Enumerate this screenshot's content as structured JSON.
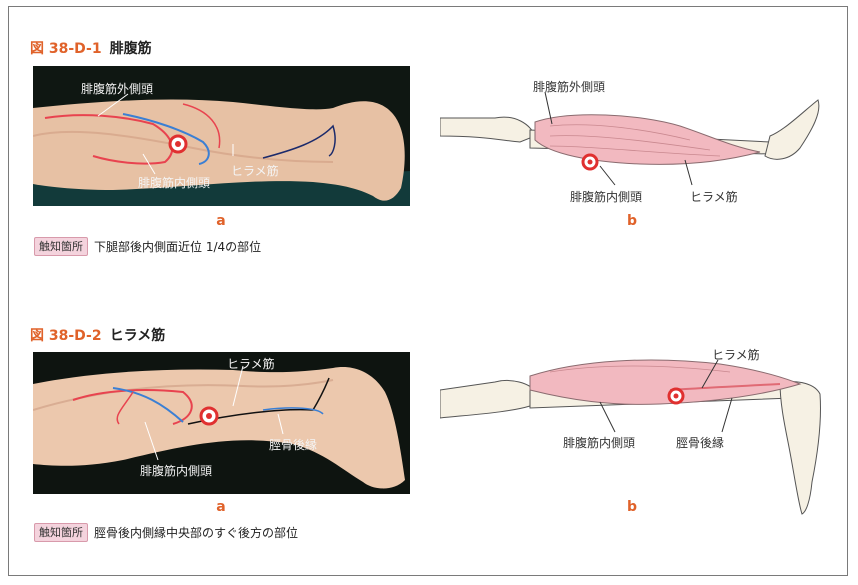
{
  "figure1": {
    "number": "図 38-D-1",
    "title": "腓腹筋",
    "photo_labels": {
      "lateral_head": "腓腹筋外側頭",
      "medial_head": "腓腹筋内側頭",
      "soleus": "ヒラメ筋"
    },
    "illus_labels": {
      "lateral_head": "腓腹筋外側頭",
      "medial_head": "腓腹筋内側頭",
      "soleus": "ヒラメ筋"
    },
    "sub_a": "a",
    "sub_b": "b",
    "palpation_badge": "触知箇所",
    "palpation_text": "下腿部後内側面近位 1/4の部位"
  },
  "figure2": {
    "number": "図 38-D-2",
    "title": "ヒラメ筋",
    "photo_labels": {
      "soleus": "ヒラメ筋",
      "tibia_border": "脛骨後縁",
      "medial_head": "腓腹筋内側頭"
    },
    "illus_labels": {
      "soleus": "ヒラメ筋",
      "medial_head": "腓腹筋内側頭",
      "tibia_border": "脛骨後縁"
    },
    "sub_a": "a",
    "sub_b": "b",
    "palpation_badge": "触知箇所",
    "palpation_text": "脛骨後内側縁中央部のすぐ後方の部位"
  },
  "colors": {
    "accent_orange": "#e0622a",
    "marker_red": "#e03030",
    "muscle_pink": "#f2b9c0",
    "bone": "#f6f1e4",
    "photo_bg": "#0d1410"
  }
}
